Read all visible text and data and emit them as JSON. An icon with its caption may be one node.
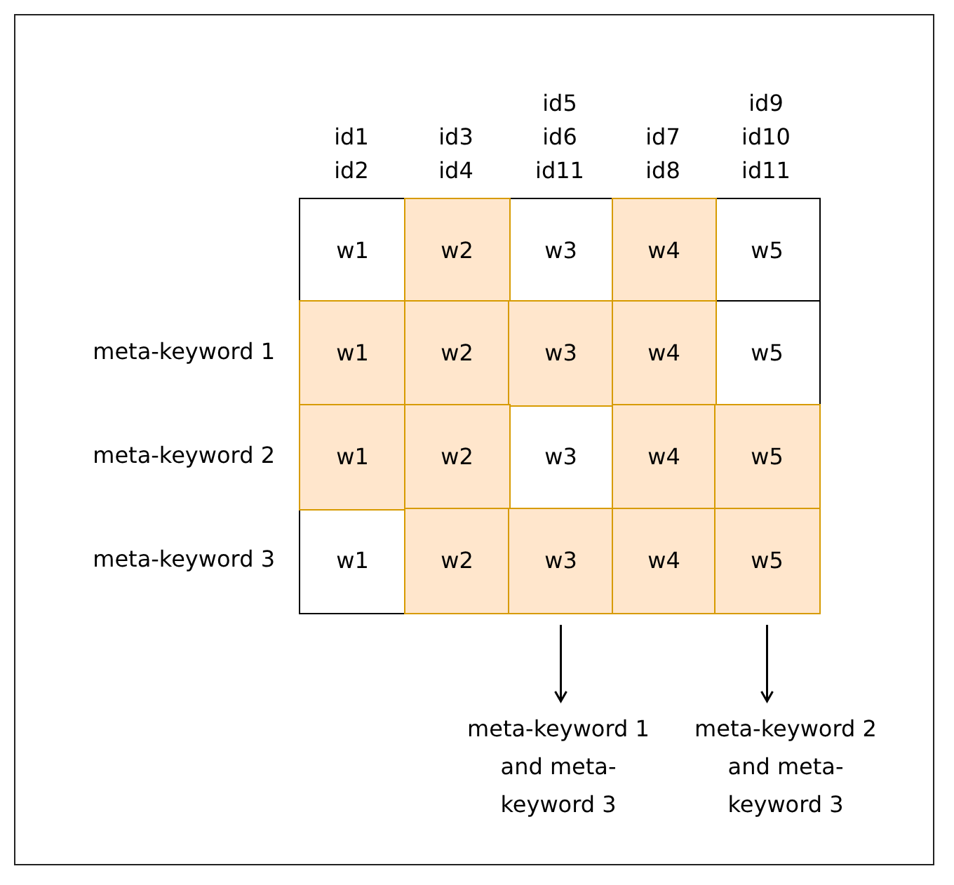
{
  "diagram": {
    "nodes": [
      {
        "text": [
          "w1"
        ]
      },
      {
        "text": [
          "w2"
        ]
      },
      {
        "text": [
          "w3"
        ]
      },
      {
        "text": [
          "w4"
        ]
      },
      {
        "text": [
          "w5"
        ]
      },
      {
        "text": [
          "w1"
        ]
      },
      {
        "text": [
          "w2"
        ]
      },
      {
        "text": [
          "w3"
        ]
      },
      {
        "text": [
          "w4"
        ]
      },
      {
        "text": [
          "w5"
        ]
      },
      {
        "text": [
          "w1"
        ]
      },
      {
        "text": [
          "w2"
        ]
      },
      {
        "text": [
          "w3"
        ]
      },
      {
        "text": [
          "w4"
        ]
      },
      {
        "text": [
          "w5"
        ]
      },
      {
        "text": [
          "w1"
        ]
      },
      {
        "text": [
          "w2"
        ]
      },
      {
        "text": [
          "w3"
        ]
      },
      {
        "text": [
          "w4"
        ]
      },
      {
        "text": [
          "w5"
        ]
      },
      {
        "text": [
          "meta-keyword 1 and meta-keyword 3"
        ]
      },
      {
        "text": [
          "meta-keyword 2 and meta-keyword 3"
        ]
      }
    ],
    "edges": [
      {
        "from": 17,
        "to": 20,
        "arrow": "to"
      },
      {
        "from": 19,
        "to": 21,
        "arrow": "to"
      }
    ],
    "labels": [
      "id1 id2",
      "id3 id4",
      "id5 id6 id11",
      "id7 id8",
      "id9 id10 id11",
      "meta-keyword 1",
      "meta-keyword 2",
      "meta-keyword 3"
    ]
  }
}
